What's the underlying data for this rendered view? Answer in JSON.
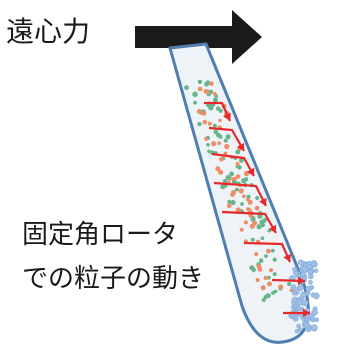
{
  "force_label": "遠心力",
  "caption_lines": [
    "固定角ロータ",
    "での粒子の動き"
  ],
  "colors": {
    "tube_outline": "#4f7eb0",
    "tube_fill": "#eef3f8",
    "force_arrow": "#1a1a1a",
    "motion_arrows": "#e8282b",
    "particle_green": "#67b58a",
    "particle_orange": "#ef8e66",
    "sediment": "#9ec0e8"
  },
  "icons": [
    "centrifugal-force-arrow",
    "test-tube",
    "particle-motion-arrows"
  ]
}
